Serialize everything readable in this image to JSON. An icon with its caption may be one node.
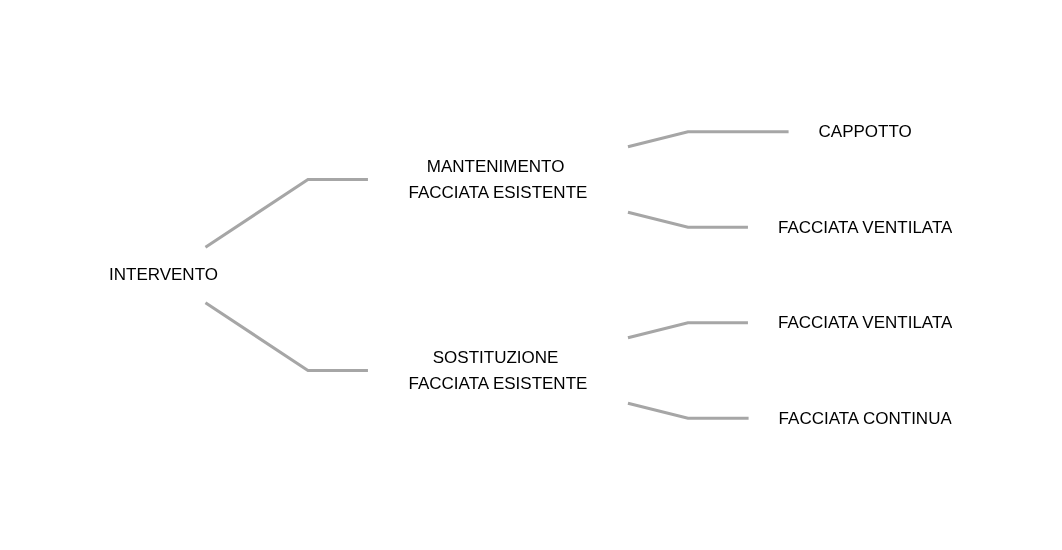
{
  "diagram": {
    "nodes": [
      {
        "text": [
          "INTERVENTO"
        ]
      },
      {
        "text": [
          "MANTENIMENTO FACCIATA ESISTENTE"
        ]
      },
      {
        "text": [
          "SOSTITUZIONE FACCIATA ESISTENTE"
        ]
      },
      {
        "text": [
          "CAPPOTTO"
        ]
      },
      {
        "text": [
          "FACCIATA VENTILATA"
        ]
      },
      {
        "text": [
          "FACCIATA VENTILATA"
        ]
      },
      {
        "text": [
          "FACCIATA CONTINUA"
        ]
      }
    ],
    "edges": [
      {
        "from": 0,
        "to": 1,
        "arrow": "none"
      },
      {
        "from": 0,
        "to": 2,
        "arrow": "none"
      },
      {
        "from": 1,
        "to": 3,
        "arrow": "none"
      },
      {
        "from": 1,
        "to": 4,
        "arrow": "none"
      },
      {
        "from": 2,
        "to": 5,
        "arrow": "none"
      },
      {
        "from": 2,
        "to": 6,
        "arrow": "none"
      }
    ]
  }
}
